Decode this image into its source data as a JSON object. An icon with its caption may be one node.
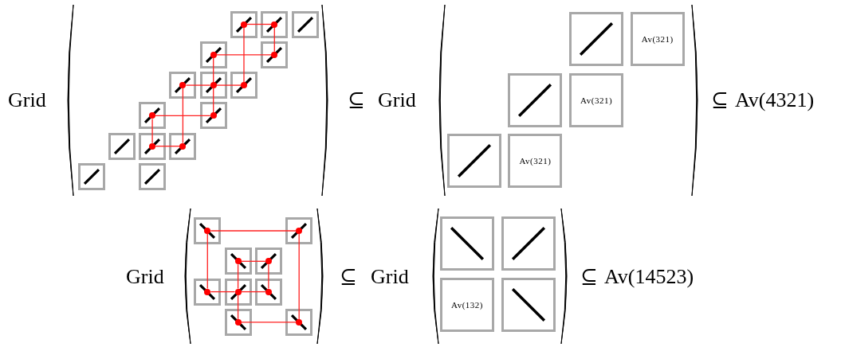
{
  "diagram": {
    "nodes": [
      {
        "text": [],
        "shape": "box"
      },
      {
        "text": [],
        "shape": "circle",
        "in": 0
      },
      {
        "text": [],
        "shape": "box"
      },
      {
        "text": [],
        "shape": "circle",
        "in": 2
      },
      {
        "text": [],
        "shape": "box"
      },
      {
        "text": [],
        "shape": "box"
      },
      {
        "text": [],
        "shape": "circle",
        "in": 5
      },
      {
        "text": [],
        "shape": "box"
      },
      {
        "text": [],
        "shape": "circle",
        "in": 7
      },
      {
        "text": [],
        "shape": "box"
      },
      {
        "text": [],
        "shape": "circle",
        "in": 9
      },
      {
        "text": [],
        "shape": "box"
      },
      {
        "text": [],
        "shape": "circle",
        "in": 11
      },
      {
        "text": [],
        "shape": "box"
      },
      {
        "text": [],
        "shape": "circle",
        "in": 13
      },
      {
        "text": [],
        "shape": "box"
      },
      {
        "text": [],
        "shape": "circle",
        "in": 15
      },
      {
        "text": [],
        "shape": "box"
      },
      {
        "text": [],
        "shape": "circle",
        "in": 17
      },
      {
        "text": [],
        "shape": "box"
      },
      {
        "text": [],
        "shape": "box"
      },
      {
        "text": [],
        "shape": "circle",
        "in": 20
      },
      {
        "text": [],
        "shape": "box"
      },
      {
        "text": [],
        "shape": "circle",
        "in": 22
      },
      {
        "text": [],
        "shape": "box"
      },
      {
        "text": [],
        "shape": "box"
      },
      {
        "text": [],
        "shape": "box"
      },
      {
        "text": [
          "Av(321)"
        ]
      },
      {
        "text": [],
        "shape": "box"
      },
      {
        "text": [
          "Av(321)"
        ]
      },
      {
        "text": [],
        "shape": "box"
      },
      {
        "text": [
          "Av(321)"
        ]
      },
      {
        "text": [],
        "shape": "box"
      },
      {
        "text": [],
        "shape": "circle",
        "in": 32
      },
      {
        "text": [],
        "shape": "box"
      },
      {
        "text": [],
        "shape": "circle",
        "in": 34
      },
      {
        "text": [],
        "shape": "box"
      },
      {
        "text": [],
        "shape": "circle",
        "in": 36
      },
      {
        "text": [],
        "shape": "box"
      },
      {
        "text": [],
        "shape": "circle",
        "in": 38
      },
      {
        "text": [],
        "shape": "box"
      },
      {
        "text": [],
        "shape": "circle",
        "in": 40
      },
      {
        "text": [],
        "shape": "box"
      },
      {
        "text": [],
        "shape": "circle",
        "in": 42
      },
      {
        "text": [],
        "shape": "box"
      },
      {
        "text": [],
        "shape": "circle",
        "in": 44
      },
      {
        "text": [],
        "shape": "box"
      },
      {
        "text": [],
        "shape": "circle",
        "in": 46
      },
      {
        "text": [],
        "shape": "box"
      },
      {
        "text": [],
        "shape": "circle",
        "in": 48
      },
      {
        "text": [],
        "shape": "box"
      },
      {
        "text": [],
        "shape": "box"
      },
      {
        "text": [
          "Av(132)"
        ]
      },
      {
        "text": [],
        "shape": "box"
      }
    ],
    "edges": [
      {
        "from": 1,
        "to": 3,
        "arrow": "none"
      },
      {
        "from": 3,
        "to": 8,
        "arrow": "none"
      },
      {
        "from": 8,
        "to": 6,
        "arrow": "none"
      },
      {
        "from": 6,
        "to": 12,
        "arrow": "none"
      },
      {
        "from": 12,
        "to": 18,
        "arrow": "none"
      },
      {
        "from": 18,
        "to": 16,
        "arrow": "none"
      },
      {
        "from": 16,
        "to": 21,
        "arrow": "none"
      },
      {
        "from": 21,
        "to": 23,
        "arrow": "none"
      },
      {
        "from": 23,
        "to": 10,
        "arrow": "none"
      },
      {
        "from": 10,
        "to": 12,
        "arrow": "none"
      },
      {
        "from": 12,
        "to": 14,
        "arrow": "none"
      },
      {
        "from": 14,
        "to": 1,
        "arrow": "none"
      },
      {
        "from": 33,
        "to": 35,
        "arrow": "none"
      },
      {
        "from": 35,
        "to": 49,
        "arrow": "none"
      },
      {
        "from": 49,
        "to": 47,
        "arrow": "none"
      },
      {
        "from": 47,
        "to": 43,
        "arrow": "none"
      },
      {
        "from": 43,
        "to": 37,
        "arrow": "none"
      },
      {
        "from": 37,
        "to": 39,
        "arrow": "none"
      },
      {
        "from": 39,
        "to": 45,
        "arrow": "none"
      },
      {
        "from": 45,
        "to": 43,
        "arrow": "none"
      },
      {
        "from": 43,
        "to": 41,
        "arrow": "none"
      },
      {
        "from": 41,
        "to": 33,
        "arrow": "none"
      }
    ],
    "labels": [
      "Grid",
      "⊆",
      "Grid",
      "⊆",
      "Av(4321)",
      "Grid",
      "⊆",
      "Grid",
      "⊆",
      "Av(14523)"
    ]
  }
}
